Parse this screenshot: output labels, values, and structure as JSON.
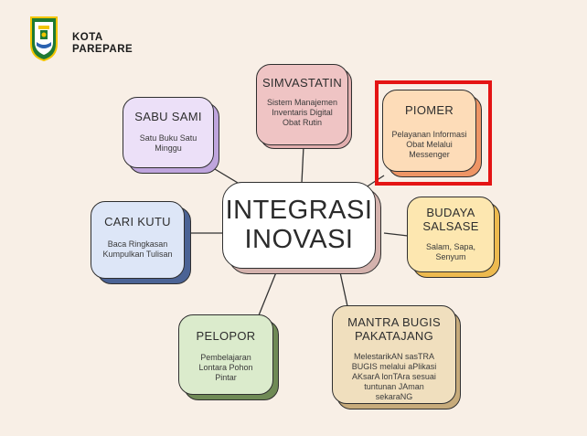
{
  "header": {
    "city_line1": "KOTA",
    "city_line2": "PAREPARE"
  },
  "center": {
    "line1": "INTEGRASI",
    "line2": "INOVASI"
  },
  "nodes": {
    "simvastatin": {
      "title": "SIMVASTATIN",
      "desc": [
        "Sistem Manajemen",
        "Inventaris Digital",
        "Obat Rutin"
      ]
    },
    "piomer": {
      "title": "PIOMER",
      "desc": [
        "Pelayanan Informasi",
        "Obat Melalui",
        "Messenger"
      ]
    },
    "sabu_sami": {
      "title": "SABU SAMI",
      "desc": [
        "Satu Buku Satu",
        "Minggu"
      ]
    },
    "cari_kutu": {
      "title": "CARI KUTU",
      "desc": [
        "Baca Ringkasan",
        "Kumpulkan Tulisan"
      ]
    },
    "budaya_salsase": {
      "title": [
        "BUDAYA",
        "SALSASE"
      ],
      "desc": [
        "Salam, Sapa,",
        "Senyum"
      ]
    },
    "pelopor": {
      "title": "PELOPOR",
      "desc": [
        "Pembelajaran",
        "Lontara Pohon",
        "Pintar"
      ]
    },
    "mantra_bugis": {
      "title": [
        "MANTRA BUGIS",
        "PAKATAJANG"
      ],
      "desc": [
        "MelestarikAN sasTRA",
        "BUGIS melalui aPlikasi",
        "AKsarA lonTAra sesuai",
        "tuntunan JAman",
        "sekaraNG"
      ]
    }
  },
  "colors": {
    "simvastatin": "#efc4c4",
    "piomer": "#fddcb8",
    "piomer_shadow": "#ee9565",
    "sabu_sami": "#ece0f8",
    "sabu_sami_shadow": "#bfa5dd",
    "cari_kutu": "#dde6f7",
    "cari_kutu_shadow": "#4b6395",
    "budaya_salsase": "#fde7b0",
    "budaya_salsase_shadow": "#edba4f",
    "pelopor": "#dbebcc",
    "pelopor_shadow": "#6f8a55",
    "mantra_bugis": "#f0dfbe",
    "mantra_bugis_shadow": "#c7ab7b",
    "center": "#ffffff",
    "center_shadow": "#d4b2ad",
    "highlight": "#e41414"
  }
}
